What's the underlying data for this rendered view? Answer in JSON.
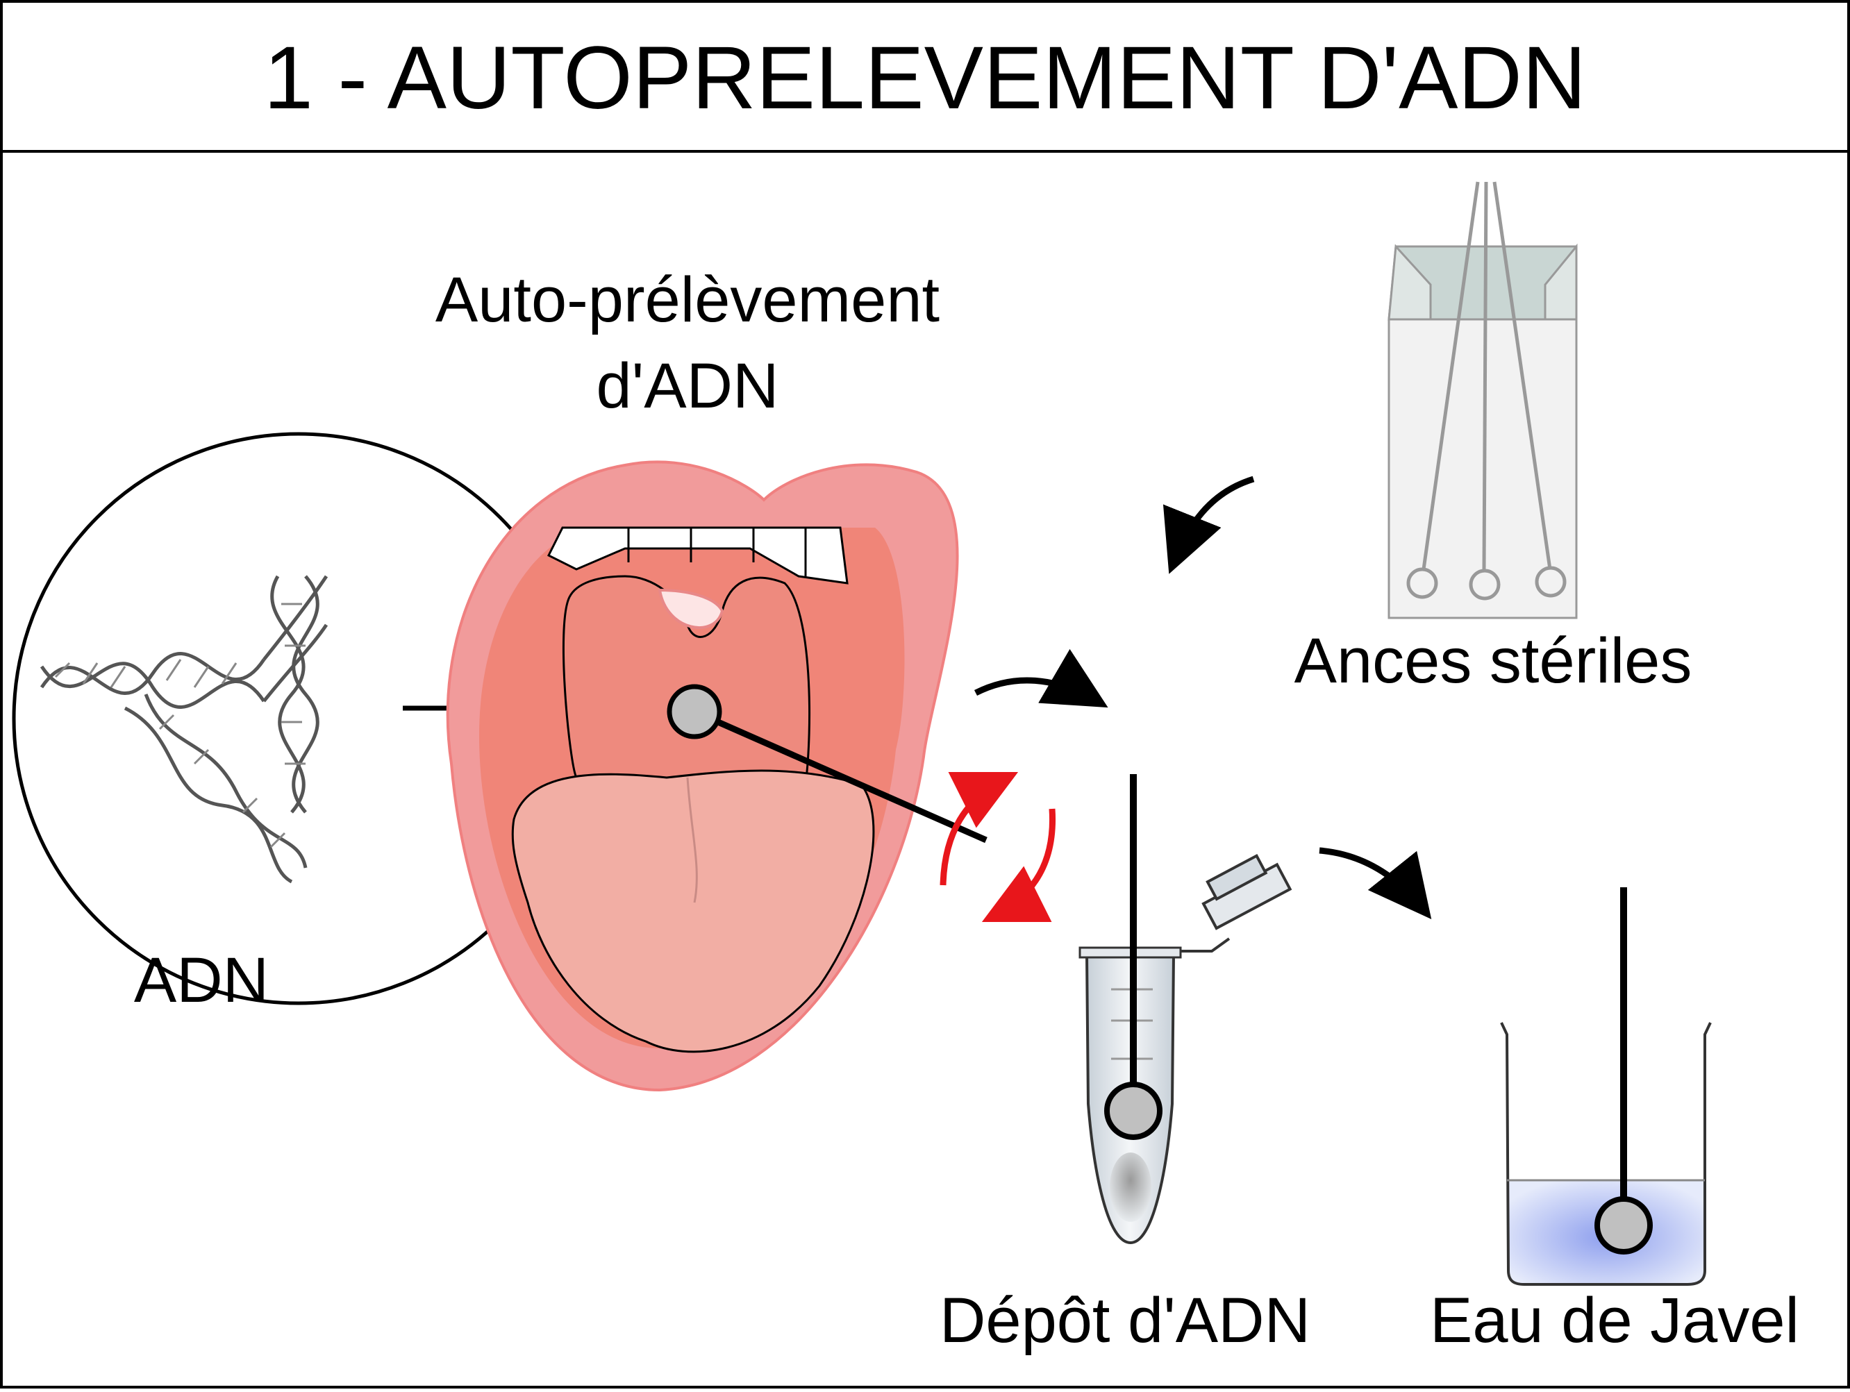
{
  "title": "1 - AUTOPRELEVEMENT D'ADN",
  "labels": {
    "mouth": "Auto-prélèvement d'ADN",
    "dna": "ADN",
    "loops": "Ances stériles",
    "deposit": "Dépôt d'ADN",
    "bleach": "Eau de Javel"
  },
  "colors": {
    "lips": "#f19b9b",
    "mouth_inside": "#f08578",
    "tongue": "#f2aea4",
    "rotation_arrow": "#e8161b",
    "liquid": "#c9d3f5",
    "bag_flap": "#c9d6d3"
  },
  "icons": [
    "dna-icon",
    "swab-icon",
    "tube-icon",
    "beaker-icon",
    "bag-icon",
    "arrow-icon"
  ]
}
